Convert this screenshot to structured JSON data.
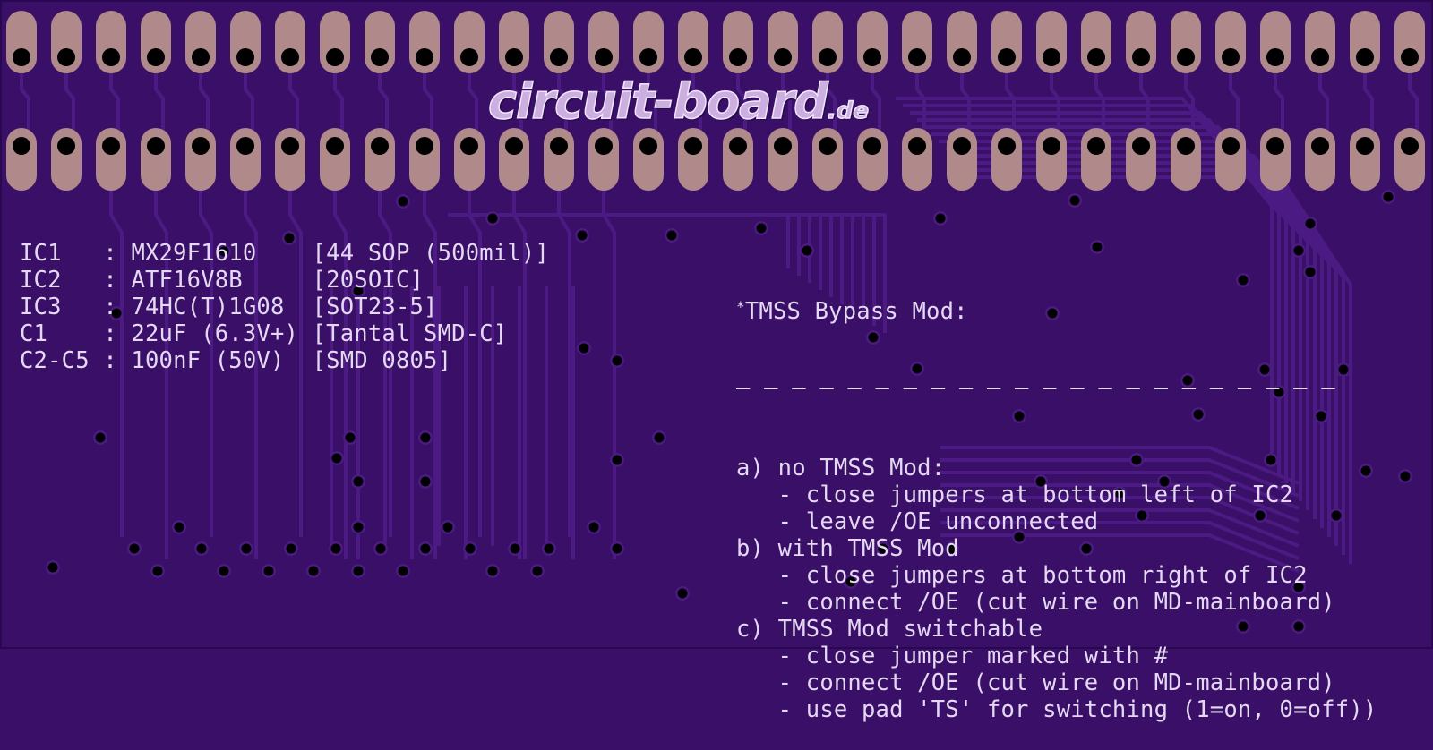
{
  "logo": {
    "brand": "circuit-board",
    "tld": ".de"
  },
  "parts": [
    {
      "ref": "IC1",
      "sep": ":",
      "value": "MX29F1610",
      "package": "[44 SOP (500mil)]"
    },
    {
      "ref": "IC2",
      "sep": ":",
      "value": "ATF16V8B",
      "package": "[20SOIC]"
    },
    {
      "ref": "IC3",
      "sep": ":",
      "value": "74HC(T)1G08",
      "package": "[SOT23-5]"
    },
    {
      "ref": "C1",
      "sep": ":",
      "value": "22uF (6.3V+)",
      "package": "[Tantal SMD-C]"
    },
    {
      "ref": "C2-C5",
      "sep": ":",
      "value": "100nF (50V)",
      "package": "[SMD 0805]"
    }
  ],
  "notes": {
    "title_marker": "*",
    "title": "TMSS Bypass Mod:",
    "divider": "– – – – – – – – – – – – – – – – – – – – – –",
    "lines": [
      "a) no TMSS Mod:",
      "   - close jumpers at bottom left of IC2",
      "   - leave /OE unconnected",
      "b) with TMSS Mod",
      "   - close jumpers at bottom right of IC2",
      "   - connect /OE (cut wire on MD-mainboard)",
      "c) TMSS Mod switchable",
      "   - close jumper marked with #",
      "   - connect /OE (cut wire on MD-mainboard)",
      "   - use pad 'TS' for switching (1=on, 0=off))"
    ]
  },
  "colors": {
    "board": "#3a0f68",
    "trace": "#4a1880",
    "pad": "#b08a8a",
    "silkscreen": "#e4d8f2",
    "hole": "#000000"
  }
}
